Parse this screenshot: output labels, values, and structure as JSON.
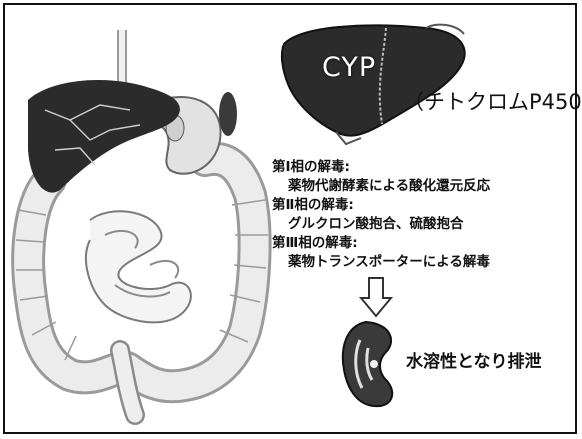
{
  "liver_label": "CYP",
  "liver_subtitle": "（チトクロムP450）",
  "phases": [
    {
      "heading": "第Ⅰ相の解毒:",
      "detail": "薬物代謝酵素による酸化還元反応"
    },
    {
      "heading": "第Ⅱ相の解毒:",
      "detail": "グルクロン酸抱合、硫酸抱合"
    },
    {
      "heading": "第Ⅲ相の解毒:",
      "detail": "薬物トランスポーターによる解毒"
    }
  ],
  "kidney_label": "水溶性となり排泄",
  "colors": {
    "border": "#111111",
    "liver": "#2b2b2b",
    "intestine": "#e6e6e6",
    "outline": "#333333"
  },
  "icons": [
    "digestive-system-illustration",
    "liver-illustration",
    "down-arrow-icon",
    "kidney-illustration"
  ]
}
